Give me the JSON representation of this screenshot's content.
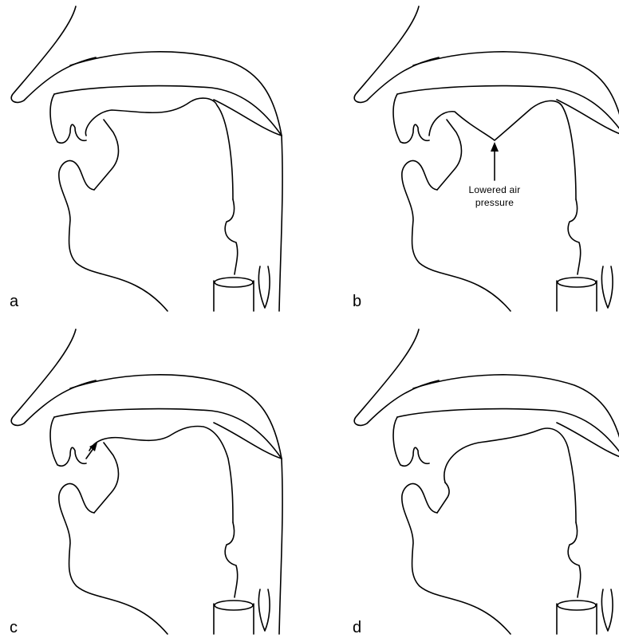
{
  "panels": [
    {
      "label": "a"
    },
    {
      "label": "b",
      "annotation": {
        "line1": "Lowered air",
        "line2": "pressure"
      }
    },
    {
      "label": "c"
    },
    {
      "label": "d"
    }
  ],
  "colors": {
    "line": "#000000",
    "background": "#ffffff"
  }
}
